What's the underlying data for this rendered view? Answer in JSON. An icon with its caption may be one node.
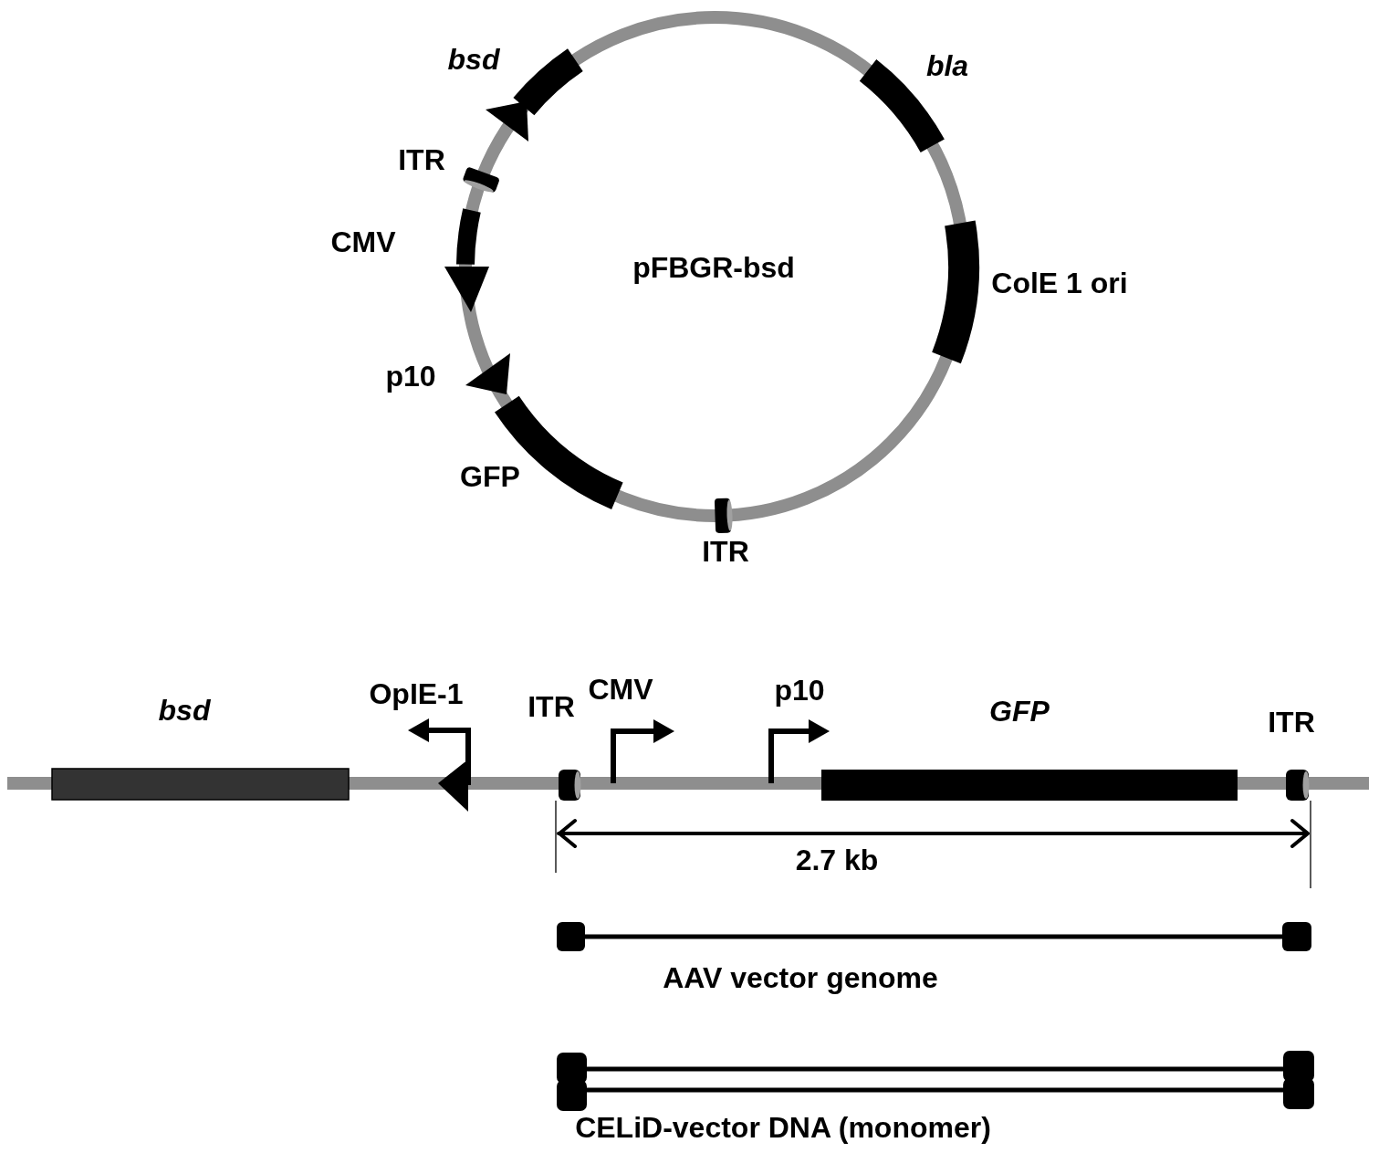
{
  "diagram": {
    "nodes": [
      {
        "text": [
          "pFBGR-bsd"
        ]
      }
    ],
    "labels": [
      "bsd",
      "bla",
      "ITR",
      "CMV",
      "ColE 1 ori",
      "p10",
      "GFP",
      "ITR",
      "bsd",
      "OpIE-1",
      "ITR",
      "CMV",
      "p10",
      "GFP",
      "ITR",
      "2.7 kb",
      "AAV vector genome",
      "CELiD-vector DNA (monomer)"
    ]
  }
}
